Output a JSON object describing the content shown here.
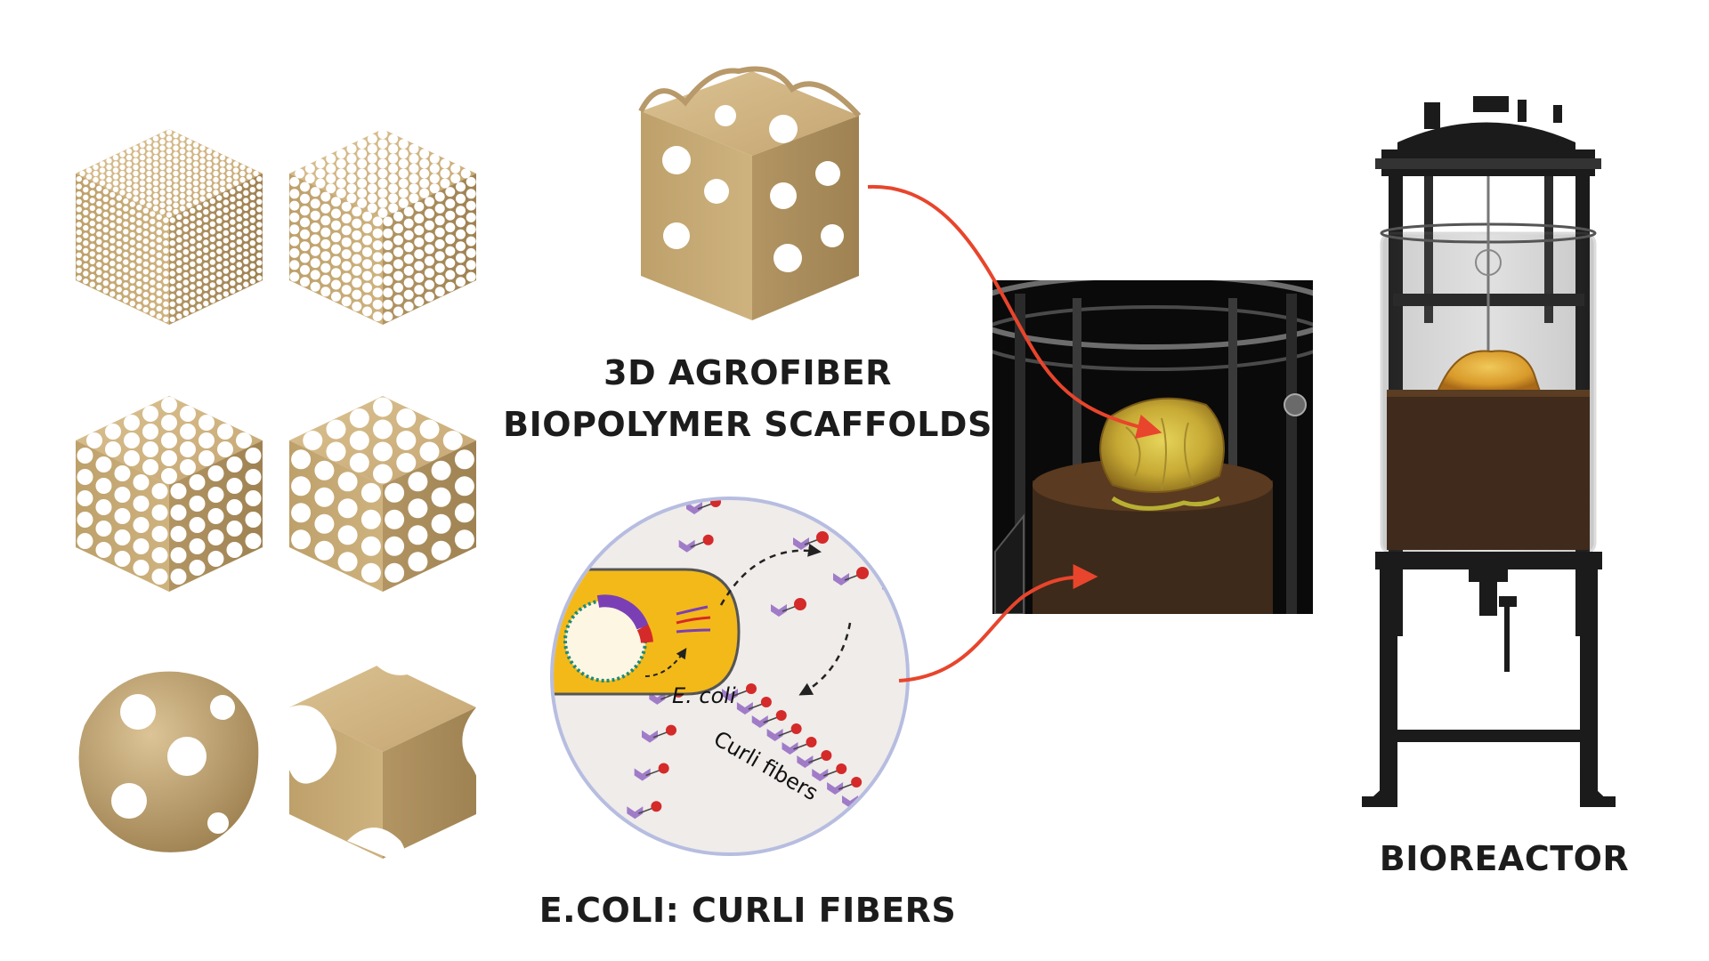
{
  "labels": {
    "scaffolds_line1": "3D AGROFIBER",
    "scaffolds_line2": "BIOPOLYMER SCAFFOLDS",
    "ecoli": "E.COLI: CURLI FIBERS",
    "bioreactor": "BIOREACTOR",
    "ecoli_cell": "E. coli",
    "curli_fibers": "Curli fibers"
  },
  "colors": {
    "scaffold": "#c9ad7a",
    "scaffold_shade": "#a88c58",
    "arrow": "#e8452c",
    "curli_purple": "#a07cc8",
    "curli_red": "#d42a2a",
    "cell_yellow": "#f3b919",
    "reactor_dark": "#1b1b1b"
  }
}
